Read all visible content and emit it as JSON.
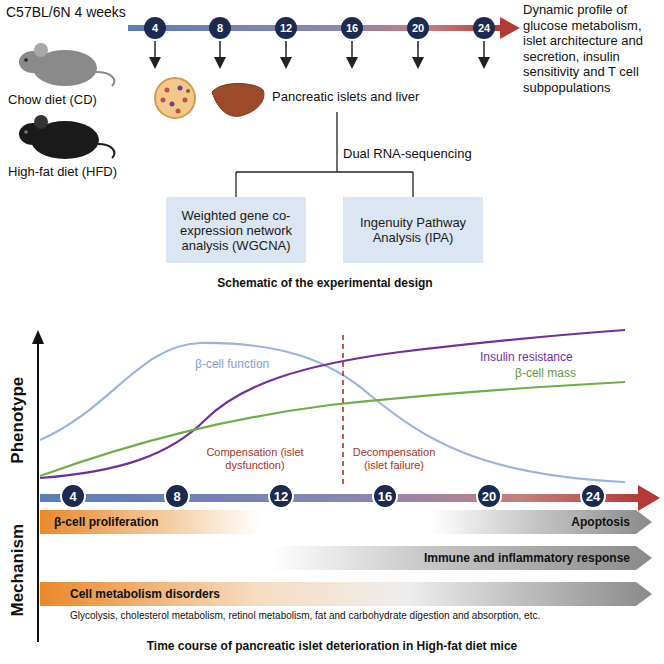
{
  "diagram": {
    "nodes": [
      {
        "text": [
          "4"
        ]
      },
      {
        "text": [
          "8"
        ]
      },
      {
        "text": [
          "12"
        ]
      },
      {
        "text": [
          "16"
        ]
      },
      {
        "text": [
          "20"
        ]
      },
      {
        "text": [
          "24"
        ]
      },
      {
        "text": [
          "Weighted gene co-expression network analysis (WGCNA)"
        ]
      },
      {
        "text": [
          "Ingenuity Pathway Analysis (IPA)"
        ]
      },
      {
        "text": [
          "4"
        ]
      },
      {
        "text": [
          "8"
        ]
      },
      {
        "text": [
          "12"
        ]
      },
      {
        "text": [
          "16"
        ]
      },
      {
        "text": [
          "20"
        ]
      },
      {
        "text": [
          "24"
        ]
      },
      {
        "text": [
          "β-cell proliferation"
        ]
      },
      {
        "text": [
          "Apoptosis"
        ]
      },
      {
        "text": [
          "Immune and inflammatory response"
        ]
      },
      {
        "text": [
          "Cell metabolism disorders"
        ]
      }
    ],
    "labels": [
      "C57BL/6N 4 weeks",
      "Chow diet (CD)",
      "High-fat diet (HFD)",
      "Dynamic profile of glucose metabolism, islet architecture and secretion, insulin sensitivity and T cell subpopulations",
      "Pancreatic islets and liver",
      "Dual RNA-sequencing",
      "Schematic of the experimental design",
      "Phenotype",
      "Mechanism",
      "β-cell function",
      "Insulin resistance",
      "β-cell mass",
      "Compensation (islet dysfunction)",
      "Decompensation (islet failure)",
      "Glycolysis, cholesterol metabolism, retinol metabolism, fat and carbohydrate digestion and absorption, etc.",
      "Time course of pancreatic islet deterioration in High-fat diet mice"
    ]
  }
}
